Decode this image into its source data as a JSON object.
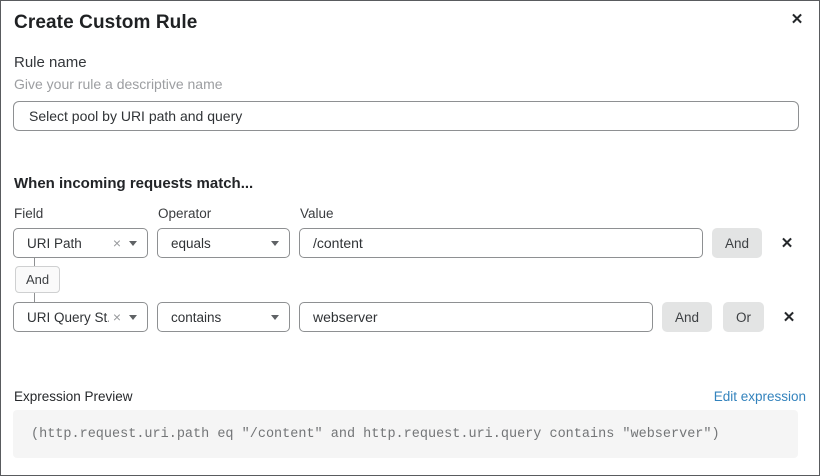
{
  "dialog": {
    "title": "Create Custom Rule"
  },
  "icons": {
    "close": "✕",
    "remove": "✕",
    "clear": "×"
  },
  "rule_name": {
    "label": "Rule name",
    "hint": "Give your rule a descriptive name",
    "value": "Select pool by URI path and query"
  },
  "match_section": {
    "heading": "When incoming requests match...",
    "columns": {
      "field": "Field",
      "operator": "Operator",
      "value": "Value"
    },
    "rows": [
      {
        "field": "URI Path",
        "operator": "equals",
        "value": "/content",
        "and_label": "And"
      },
      {
        "field": "URI Query St...",
        "operator": "contains",
        "value": "webserver",
        "and_label": "And",
        "or_label": "Or"
      }
    ],
    "connector_label": "And"
  },
  "expression_preview": {
    "label": "Expression Preview",
    "edit_link": "Edit expression",
    "expression": "(http.request.uri.path eq \"/content\" and http.request.uri.query contains \"webserver\")"
  },
  "colors": {
    "link_blue": "#3383bd",
    "input_border": "#8e9092",
    "button_gray": "#e3e4e4",
    "code_background": "#f5f5f5",
    "dialog_border": "#595b5e"
  }
}
